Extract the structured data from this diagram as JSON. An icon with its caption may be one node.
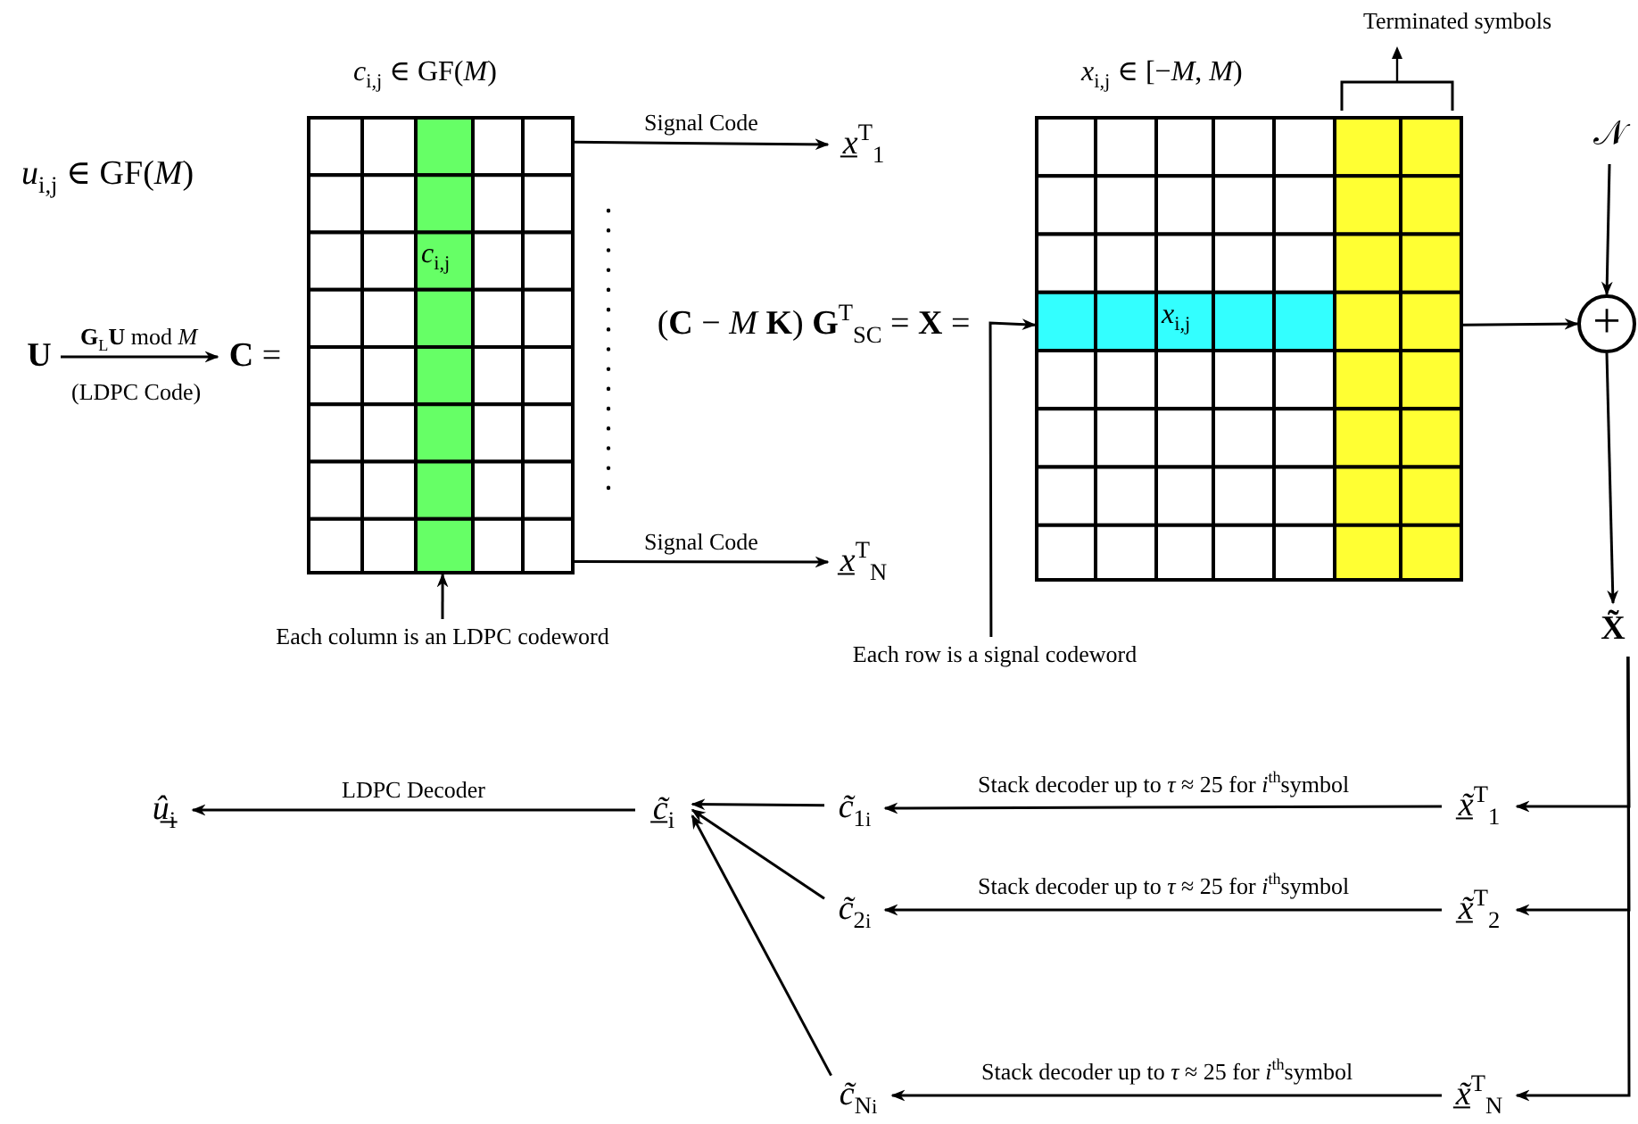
{
  "diagram": {
    "nodes": [
      {
        "text": [
          "U"
        ]
      },
      {
        "text": [
          "**C** ="
        ]
      },
      {
        "text": [
          "*c*$_{i,j}$ ∈ GF(*M*)",
          "*c*$_{i,j}$"
        ]
      },
      {
        "text": [
          "Each column is an LDPC codeword"
        ]
      },
      {
        "text": [
          "*x̲*$^{T}$$_{1}$"
        ]
      },
      {
        "text": [
          "*x̲*$^{T}$$_{N}$"
        ]
      },
      {
        "text": [
          "(**C** − *M* **K**) **G**$^{T}$$_{SC}$ = **X** ="
        ]
      },
      {
        "text": [
          "*x*$_{i,j}$ ∈ [−*M*, *M*)",
          "*x*$_{i,j}$"
        ]
      },
      {
        "text": [
          "Each row is a signal codeword"
        ]
      },
      {
        "text": [
          "𝒩"
        ]
      },
      {
        "text": [
          "+"
        ]
      },
      {
        "text": [
          "X̃"
        ]
      },
      {
        "text": [
          "*x̲̃*$^{T}$$_{1}$"
        ]
      },
      {
        "text": [
          "*x̲̃*$^{T}$$_{2}$"
        ]
      },
      {
        "text": [
          "*x̲̃*$^{T}$$_{N}$"
        ]
      },
      {
        "text": [
          "*c̃*$_{1}$$_{i}$"
        ]
      },
      {
        "text": [
          "*c̃*$_{2}$$_{i}$"
        ]
      },
      {
        "text": [
          "*c̃*$_{N}$$_{i}$"
        ]
      },
      {
        "text": [
          "*c̲̃*$_{i}$"
        ]
      },
      {
        "text": [
          "*û̲*$_{i}$"
        ]
      }
    ],
    "edges": [
      {
        "from": 0,
        "to": 1,
        "arrow": "to",
        "label": "**G**$_{L}$**U**  mod *M*"
      },
      {
        "from": 3,
        "to": 2,
        "arrow": "to"
      },
      {
        "from": 2,
        "to": 4,
        "arrow": "to",
        "label": "Signal Code"
      },
      {
        "from": 2,
        "to": 5,
        "arrow": "to",
        "label": "Signal Code"
      },
      {
        "from": 8,
        "to": 7,
        "arrow": "to"
      },
      {
        "from": 9,
        "to": 10,
        "arrow": "to"
      },
      {
        "from": 7,
        "to": 10,
        "arrow": "to"
      },
      {
        "from": 10,
        "to": 11,
        "arrow": "to"
      },
      {
        "from": 11,
        "to": 12,
        "arrow": "to"
      },
      {
        "from": 11,
        "to": 13,
        "arrow": "to"
      },
      {
        "from": 11,
        "to": 14,
        "arrow": "to"
      },
      {
        "from": 12,
        "to": 15,
        "arrow": "to",
        "label": "Stack decoder up to *τ* ≈ 25 for *i*$^{th}$symbol"
      },
      {
        "from": 13,
        "to": 16,
        "arrow": "to",
        "label": "Stack decoder up to *τ* ≈ 25 for *i*$^{th}$symbol"
      },
      {
        "from": 14,
        "to": 17,
        "arrow": "to",
        "label": "Stack decoder up to *τ* ≈ 25 for *i*$^{th}$symbol"
      },
      {
        "from": 15,
        "to": 18,
        "arrow": "to"
      },
      {
        "from": 16,
        "to": 18,
        "arrow": "to"
      },
      {
        "from": 17,
        "to": 18,
        "arrow": "to"
      },
      {
        "from": 18,
        "to": 19,
        "arrow": "to",
        "label": "LDPC Decoder"
      }
    ],
    "labels": [
      "*u*$_{i,j}$ ∈ GF(*M*)",
      "(LDPC Code)",
      "Terminated symbols"
    ]
  }
}
